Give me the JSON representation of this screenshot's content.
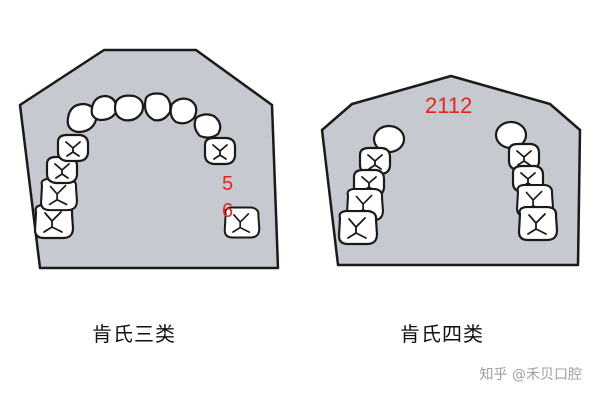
{
  "figure": {
    "panels": [
      {
        "caption": "肯氏三类",
        "labels": [
          "5",
          "6"
        ]
      },
      {
        "caption": "肯氏四类",
        "labels": [
          "2112"
        ]
      }
    ],
    "watermark": "知乎 @禾贝口腔",
    "colors": {
      "plate_fill": "#c7c9d1",
      "outline": "#1a1a1a",
      "tooth_fill": "#ffffff",
      "label_red": "#e5261f"
    }
  }
}
